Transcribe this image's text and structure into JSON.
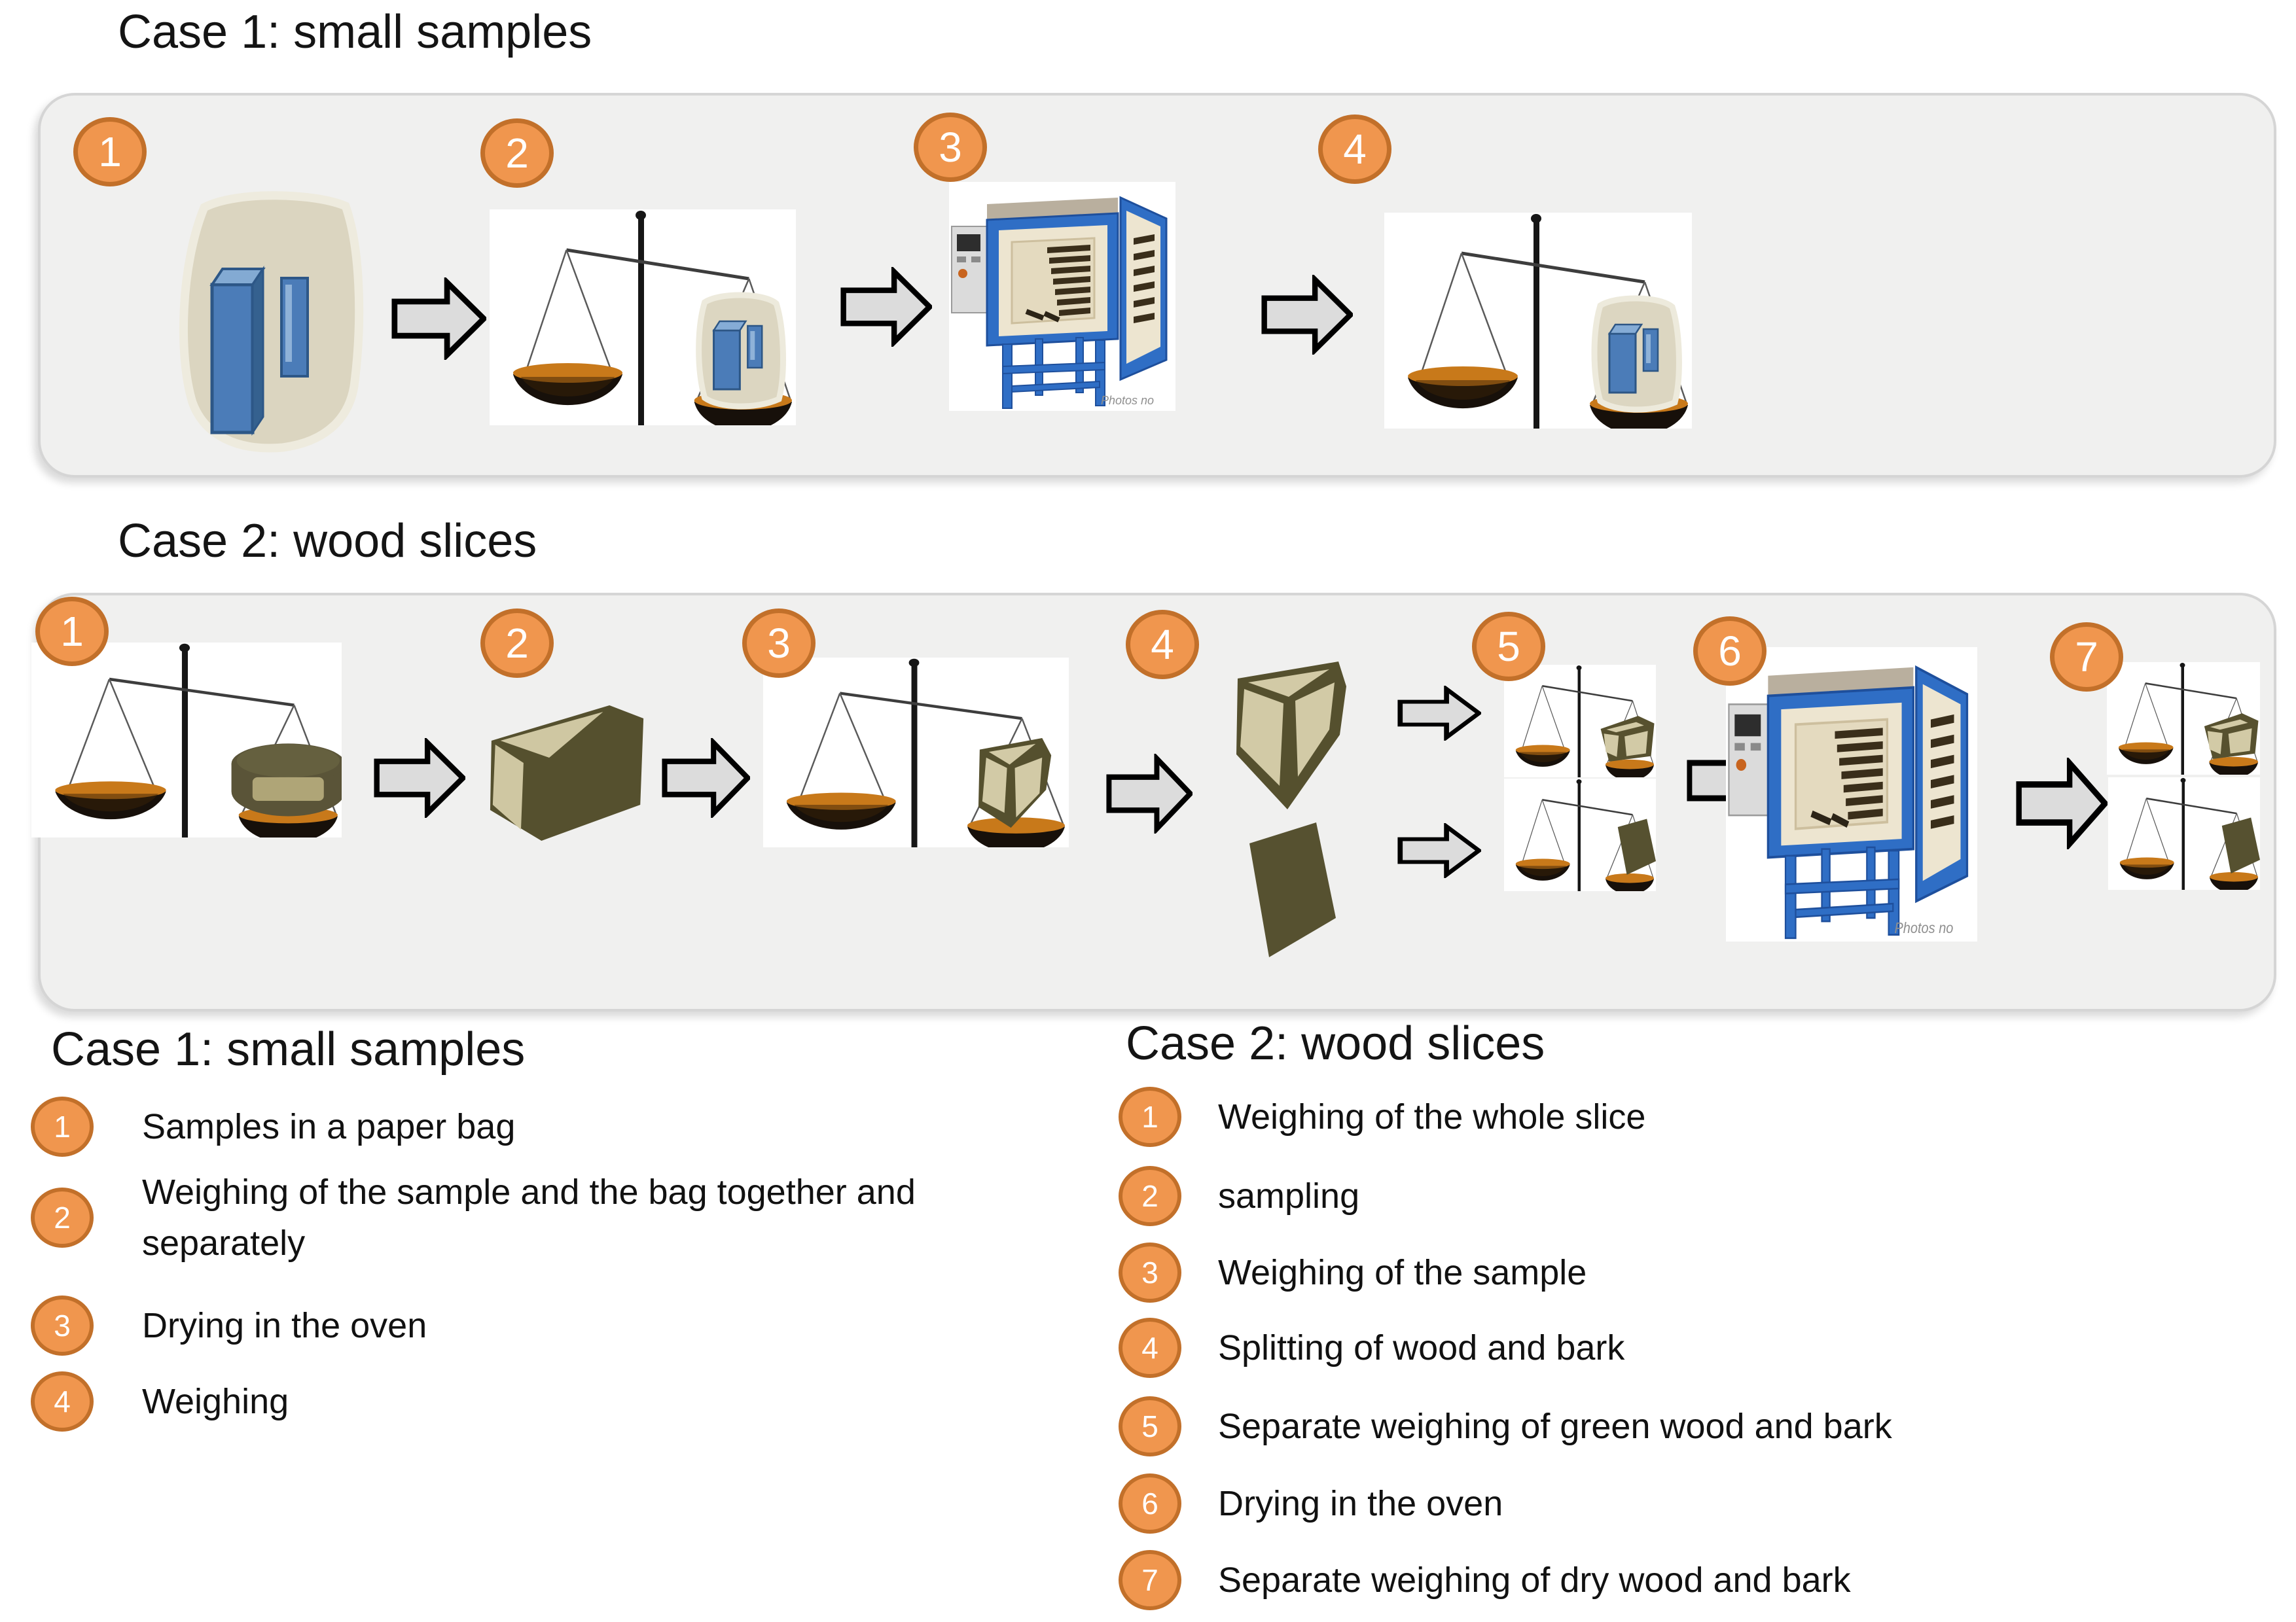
{
  "colors": {
    "accent_orange": "#F0964E",
    "accent_orange_border": "#C2702A",
    "panel_background": "#F0F0EF",
    "panel_border": "#D5D5D5",
    "arrow_fill": "#DCDCDC",
    "oven_blue": "#2F6EC5",
    "wood_dark": "#55502E",
    "wood_light": "#D2CAA6",
    "pan_orange": "#C8791A",
    "bag_beige": "#DBD5C0",
    "sample_blue": "#4B7CB8"
  },
  "flows": [
    {
      "title": "Case 1: small samples",
      "steps": [
        {
          "num": "1",
          "icon": "paper-bag-with-samples"
        },
        {
          "num": "2",
          "icon": "balance-with-bag"
        },
        {
          "num": "3",
          "icon": "drying-oven"
        },
        {
          "num": "4",
          "icon": "balance-with-bag"
        }
      ]
    },
    {
      "title": "Case 2: wood slices",
      "steps": [
        {
          "num": "1",
          "icon": "balance-with-whole-slice"
        },
        {
          "num": "2",
          "icon": "wood-wedge-sample"
        },
        {
          "num": "3",
          "icon": "balance-with-wedge"
        },
        {
          "num": "4",
          "icon": "split-wood-and-bark"
        },
        {
          "num": "5",
          "icon": "separate-balances-green"
        },
        {
          "num": "6",
          "icon": "drying-oven"
        },
        {
          "num": "7",
          "icon": "separate-balances-dry"
        }
      ]
    }
  ],
  "legends": [
    {
      "title": "Case 1: small samples",
      "items": [
        {
          "num": "1",
          "text": "Samples in a paper bag"
        },
        {
          "num": "2",
          "text": "Weighing of the sample and the bag together and separately"
        },
        {
          "num": "3",
          "text": "Drying in the oven"
        },
        {
          "num": "4",
          "text": "Weighing"
        }
      ]
    },
    {
      "title": "Case 2: wood slices",
      "items": [
        {
          "num": "1",
          "text": "Weighing of the whole slice"
        },
        {
          "num": "2",
          "text": "sampling"
        },
        {
          "num": "3",
          "text": "Weighing of the sample"
        },
        {
          "num": "4",
          "text": "Splitting of wood and bark"
        },
        {
          "num": "5",
          "text": "Separate weighing of green wood and bark"
        },
        {
          "num": "6",
          "text": "Drying in the oven"
        },
        {
          "num": "7",
          "text": "Separate weighing of dry wood and bark"
        }
      ]
    }
  ],
  "watermark": "Photos no"
}
